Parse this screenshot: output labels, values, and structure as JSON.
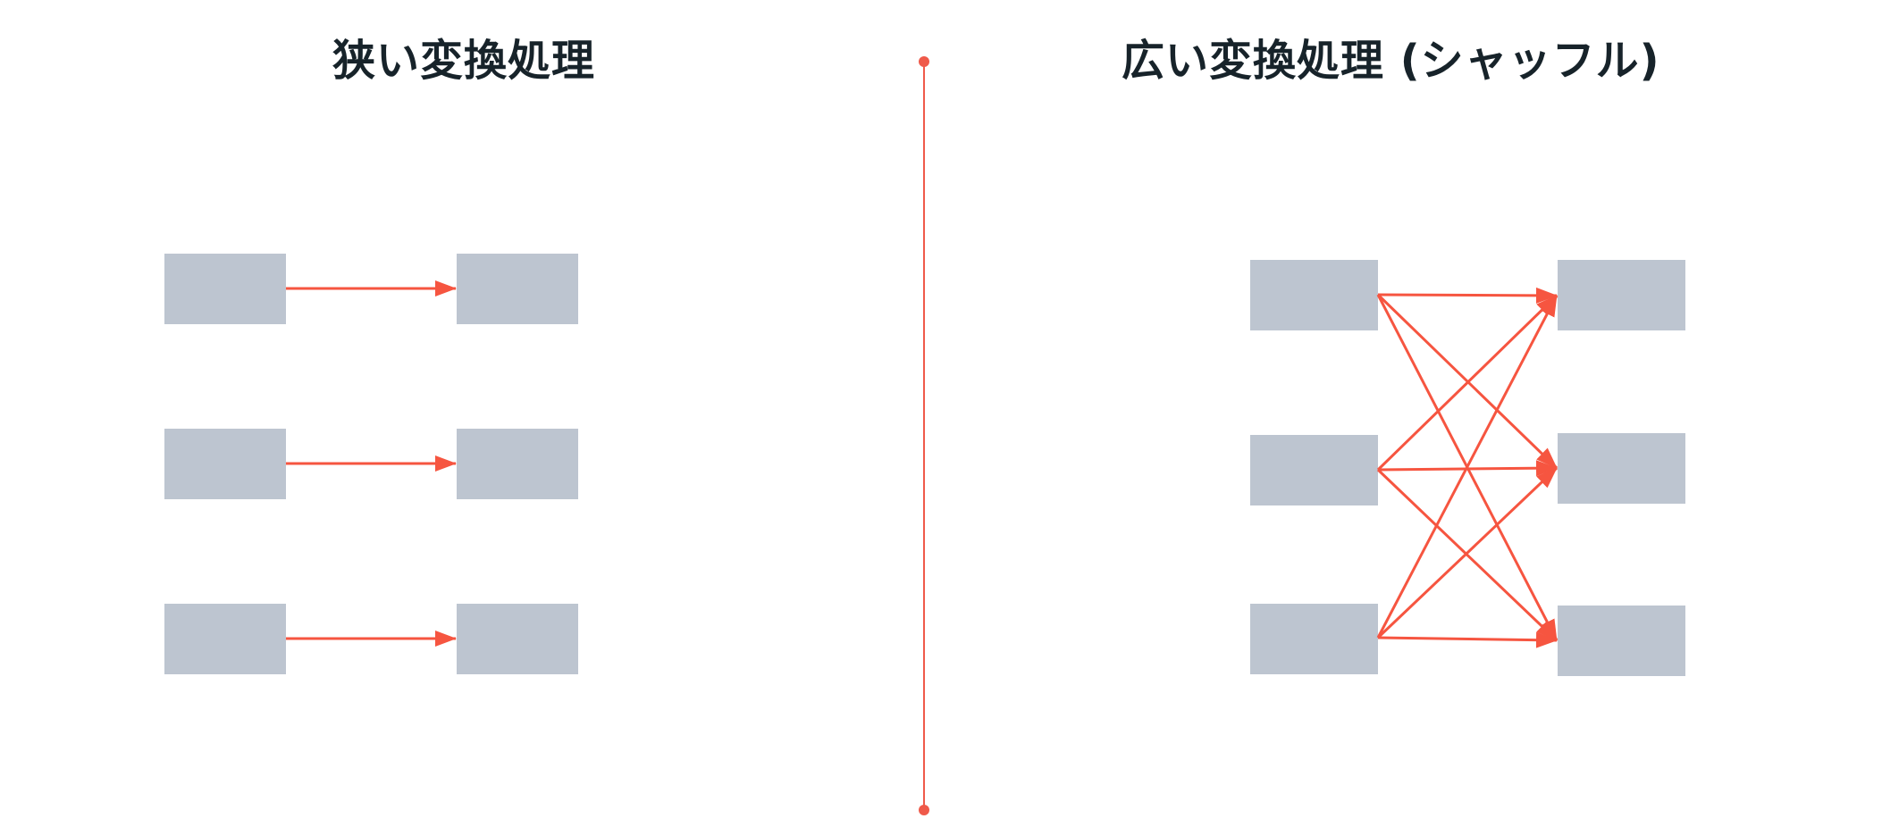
{
  "diagram": {
    "left_panel": {
      "title": "狭い変換処理",
      "source_partitions": 3,
      "target_partitions": 3,
      "edges": [
        [
          0,
          0
        ],
        [
          1,
          1
        ],
        [
          2,
          2
        ]
      ]
    },
    "right_panel": {
      "title": "広い変換処理 (シャッフル)",
      "source_partitions": 3,
      "target_partitions": 3,
      "edges": [
        [
          0,
          0
        ],
        [
          0,
          1
        ],
        [
          0,
          2
        ],
        [
          1,
          0
        ],
        [
          1,
          1
        ],
        [
          1,
          2
        ],
        [
          2,
          0
        ],
        [
          2,
          1
        ],
        [
          2,
          2
        ]
      ]
    },
    "colors": {
      "box": "#bdc5d0",
      "arrow": "#f65540",
      "divider": "#ef5a4a",
      "title": "#17232a"
    }
  }
}
